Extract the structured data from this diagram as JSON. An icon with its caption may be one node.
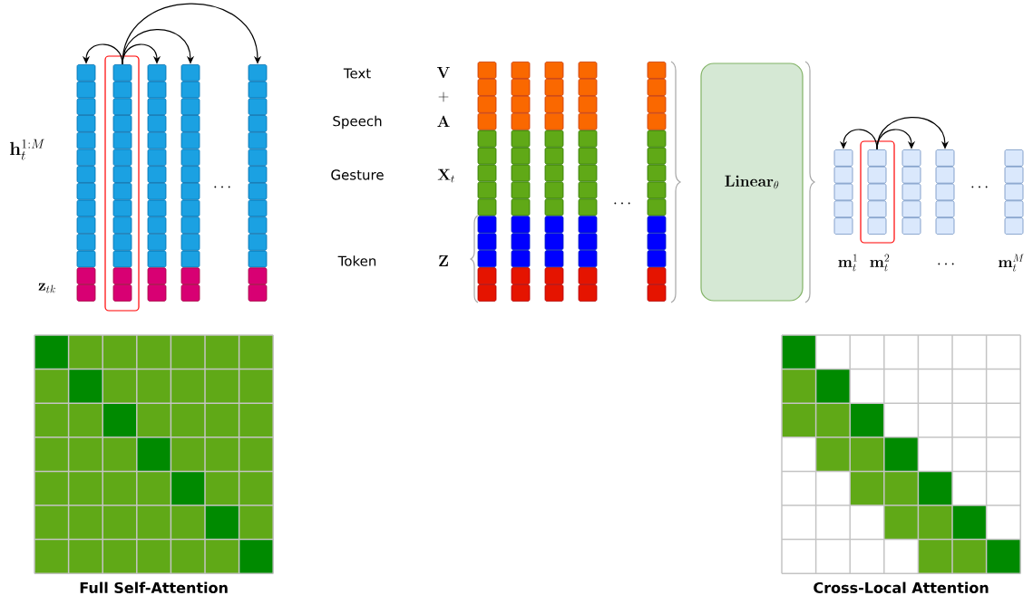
{
  "diagram": {
    "nodes": [
      {
        "text": [],
        "shape": "bar"
      },
      {
        "text": [],
        "shape": "bar"
      },
      {
        "text": [],
        "shape": "bar"
      },
      {
        "text": [],
        "shape": "bar"
      },
      {
        "text": [],
        "shape": "bar"
      },
      {
        "text": [],
        "shape": "bar"
      },
      {
        "text": [],
        "shape": "bar"
      },
      {
        "text": [],
        "shape": "bar"
      },
      {
        "text": [],
        "shape": "bar"
      },
      {
        "text": [],
        "shape": "bar"
      },
      {
        "text": [
          "\\mathbf{Linear}_\\theta"
        ]
      },
      {
        "text": [],
        "shape": "bar"
      },
      {
        "text": [],
        "shape": "bar"
      },
      {
        "text": [],
        "shape": "bar"
      },
      {
        "text": [],
        "shape": "bar"
      },
      {
        "text": [],
        "shape": "bar"
      },
      {
        "text": [
          "Full Self-Attention"
        ]
      },
      {
        "text": [
          "Cross-Local Attention"
        ]
      }
    ],
    "edges": [
      {
        "from": 1,
        "to": 0,
        "arrow": "to"
      },
      {
        "from": 1,
        "to": 2,
        "arrow": "to"
      },
      {
        "from": 1,
        "to": 3,
        "arrow": "to"
      },
      {
        "from": 1,
        "to": 4,
        "arrow": "to"
      },
      {
        "from": 12,
        "to": 11,
        "arrow": "to"
      },
      {
        "from": 12,
        "to": 13,
        "arrow": "to"
      },
      {
        "from": 12,
        "to": 14,
        "arrow": "to"
      }
    ],
    "labels": [
      "\\mathbf{h}_t^{1:M}",
      "\\mathbf{z}_{tk}",
      "\\cdots",
      "Text",
      "\\mathbf{V}",
      "+",
      "Speech",
      "\\mathbf{A}",
      "Gesture",
      "\\mathbf{X}_t",
      "Token",
      "\\mathbf{Z}",
      "\\cdots",
      "\\cdots",
      "\\mathbf{m}_t^1",
      "\\mathbf{m}_t^2",
      "\\cdots",
      "\\mathbf{m}_t^M"
    ]
  }
}
